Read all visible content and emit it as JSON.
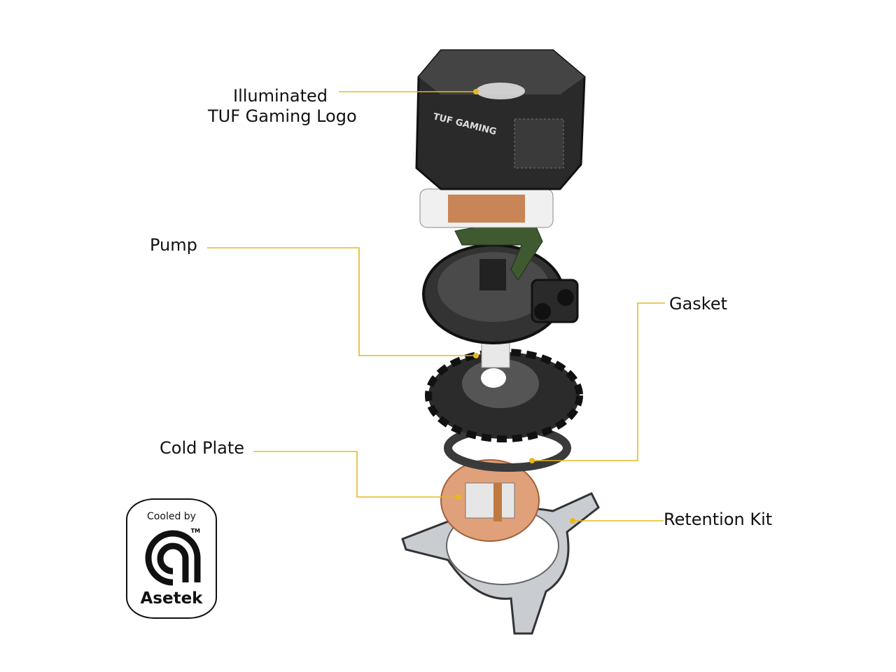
{
  "labels": {
    "logo_line1": "Illuminated",
    "logo_line2": "TUF Gaming Logo",
    "pump": "Pump",
    "gasket": "Gasket",
    "cold_plate": "Cold Plate",
    "retention_kit": "Retention Kit"
  },
  "product_marking": "TUF GAMING",
  "badge": {
    "top": "Cooled by",
    "name": "Asetek",
    "tm": "TM"
  },
  "colors": {
    "leader": "#e8b820",
    "housing": "#2a2a2a",
    "copper": "#d9936a"
  }
}
